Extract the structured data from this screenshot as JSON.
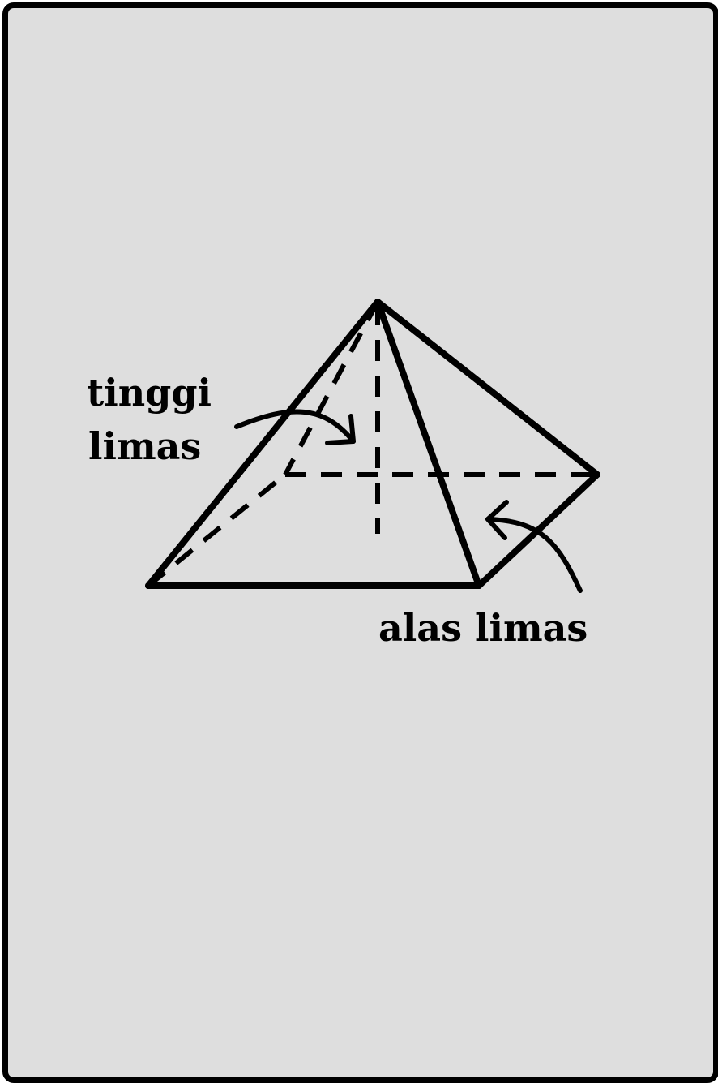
{
  "diagram": {
    "labels": {
      "height_line1": "tinggi",
      "height_line2": "limas",
      "base": "alas limas"
    },
    "colors": {
      "background": "#dedede",
      "stroke": "#000000"
    }
  }
}
